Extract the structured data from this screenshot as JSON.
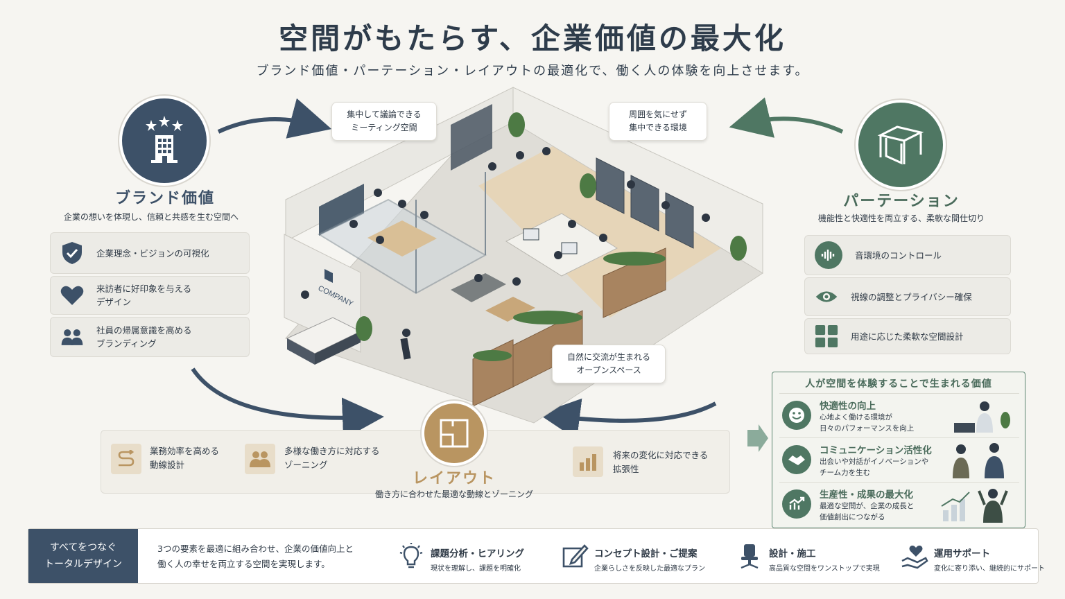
{
  "header": {
    "title": "空間がもたらす、企業価値の最大化",
    "subtitle": "ブランド価値・パーテーション・レイアウトの最適化で、働く人の体験を向上させます。"
  },
  "brand": {
    "title": "ブランド価値",
    "desc": "企業の想いを体現し、信頼と共感を生む空間へ",
    "items": [
      {
        "icon": "shield-check-icon",
        "line1": "企業理念・ビジョンの可視化",
        "line2": ""
      },
      {
        "icon": "heart-icon",
        "line1": "来訪者に好印象を与える",
        "line2": "デザイン"
      },
      {
        "icon": "people-icon",
        "line1": "社員の帰属意識を高める",
        "line2": "ブランディング"
      }
    ]
  },
  "partition": {
    "title": "パーテーション",
    "desc": "機能性と快適性を両立する、柔軟な間仕切り",
    "items": [
      {
        "icon": "sound-wave-icon",
        "label": "音環境のコントロール"
      },
      {
        "icon": "eye-icon",
        "label": "視線の調整とプライバシー確保"
      },
      {
        "icon": "grid-icon",
        "label": "用途に応じた柔軟な空間設計"
      }
    ]
  },
  "layout": {
    "title": "レイアウト",
    "desc": "働き方に合わせた最適な動線とゾーニング",
    "items": [
      {
        "icon": "route-icon",
        "line1": "業務効率を高める",
        "line2": "動線設計"
      },
      {
        "icon": "group-icon",
        "line1": "多様な働き方に対応する",
        "line2": "ゾーニング"
      },
      {
        "icon": "bar-chart-icon",
        "line1": "将来の変化に対応できる",
        "line2": "拡張性"
      }
    ]
  },
  "callouts": {
    "meeting": {
      "line1": "集中して議論できる",
      "line2": "ミーティング空間"
    },
    "focus": {
      "line1": "周囲を気にせず",
      "line2": "集中できる環境"
    },
    "open": {
      "line1": "自然に交流が生まれる",
      "line2": "オープンスペース"
    }
  },
  "office": {
    "logo_text": "COMPANY"
  },
  "values": {
    "heading": "人が空間を体験することで生まれる価値",
    "rows": [
      {
        "icon": "smile-icon",
        "title": "快適性の向上",
        "line1": "心地よく働ける環境が",
        "line2": "日々のパフォーマンスを向上"
      },
      {
        "icon": "handshake-icon",
        "title": "コミュニケーション活性化",
        "line1": "出会いや対話がイノベーションや",
        "line2": "チーム力を生む"
      },
      {
        "icon": "growth-chart-icon",
        "title": "生産性・成果の最大化",
        "line1": "最適な空間が、企業の成長と",
        "line2": "価値創出につながる"
      }
    ]
  },
  "bottom": {
    "label_line1": "すべてをつなぐ",
    "label_line2": "トータルデザイン",
    "desc_line1": "3つの要素を最適に組み合わせ、企業の価値向上と",
    "desc_line2": "働く人の幸せを両立する空間を実現します。",
    "steps": [
      {
        "icon": "lightbulb-icon",
        "title": "課題分析・ヒアリング",
        "desc": "現状を理解し、課題を明確化"
      },
      {
        "icon": "pencil-icon",
        "title": "コンセプト設計・ご提案",
        "desc": "企業らしさを反映した最適なプラン"
      },
      {
        "icon": "chair-icon",
        "title": "設計・施工",
        "desc": "高品質な空間をワンストップで実現"
      },
      {
        "icon": "heart-hand-icon",
        "title": "運用サポート",
        "desc": "変化に寄り添い、継続的にサポート"
      }
    ]
  },
  "colors": {
    "navy": "#3d5168",
    "green": "#4f7763",
    "gold": "#b99561",
    "background": "#f6f5f1"
  }
}
